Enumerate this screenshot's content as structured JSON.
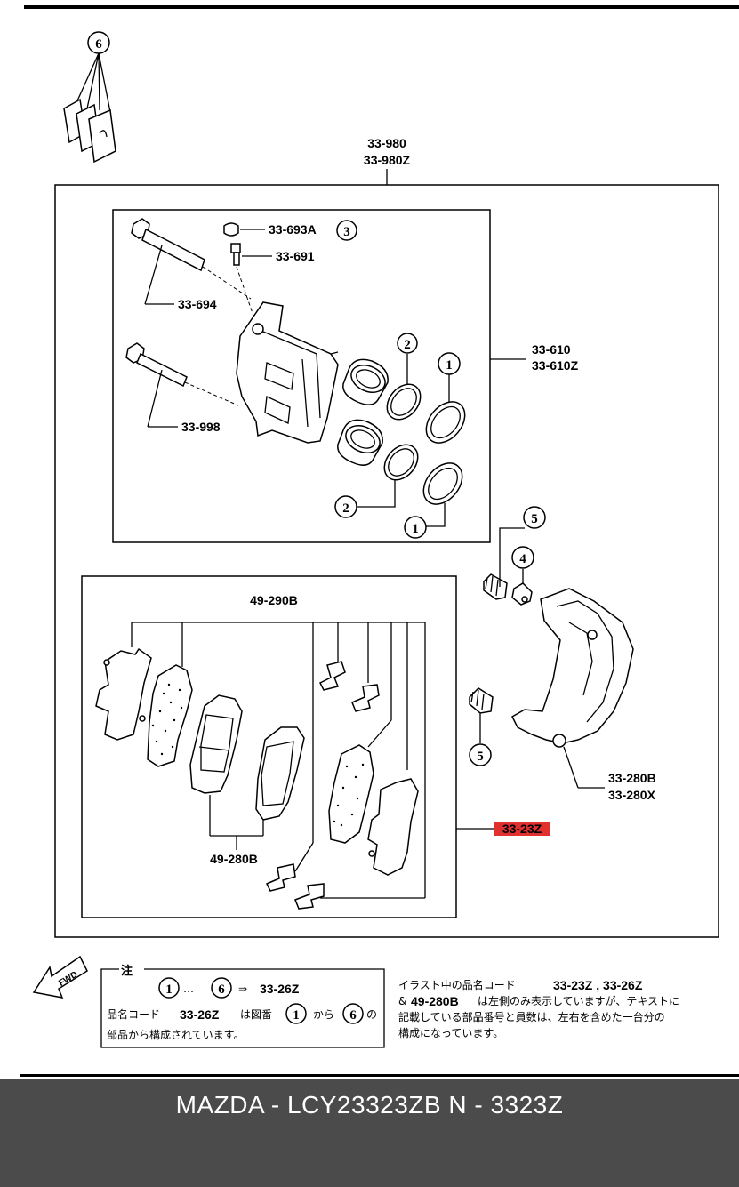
{
  "labels": {
    "l33_980": "33-980",
    "l33_980z": "33-980Z",
    "l33_693a": "33-693A",
    "l33_691": "33-691",
    "l33_694": "33-694",
    "l33_998": "33-998",
    "l33_610": "33-610",
    "l33_610z": "33-610Z",
    "l49_290b": "49-290B",
    "l49_280b": "49-280B",
    "l33_280b": "33-280B",
    "l33_280x": "33-280X",
    "l33_23z": "33-23Z"
  },
  "callouts": {
    "c1": "1",
    "c2": "2",
    "c3": "3",
    "c4": "4",
    "c5": "5",
    "c6": "6"
  },
  "fwd": "FWD",
  "note": {
    "title": "注",
    "range_sep": "…",
    "arrow": "⇒",
    "code": "33-26Z",
    "line2_a": "品名コード",
    "line2_code": "33-26Z",
    "line2_b": "は図番",
    "line2_c": "から",
    "line2_d": "の",
    "line3": "部品から構成されています。"
  },
  "side_note": {
    "line1_a": "イラスト中の品名コード",
    "line1_b": "33-23Z , 33-26Z",
    "line2_a": "&",
    "line2_b": "49-280B",
    "line2_c": "は左側のみ表示していますが、テキストに",
    "line3": "記載している部品番号と員数は、左右を含めた一台分の",
    "line4": "構成になっています。"
  },
  "footer": {
    "text": "MAZDA - LCY23323ZB   N - 3323Z"
  },
  "colors": {
    "highlight": "#e03030",
    "footer_bg": "#4b4b4b"
  }
}
